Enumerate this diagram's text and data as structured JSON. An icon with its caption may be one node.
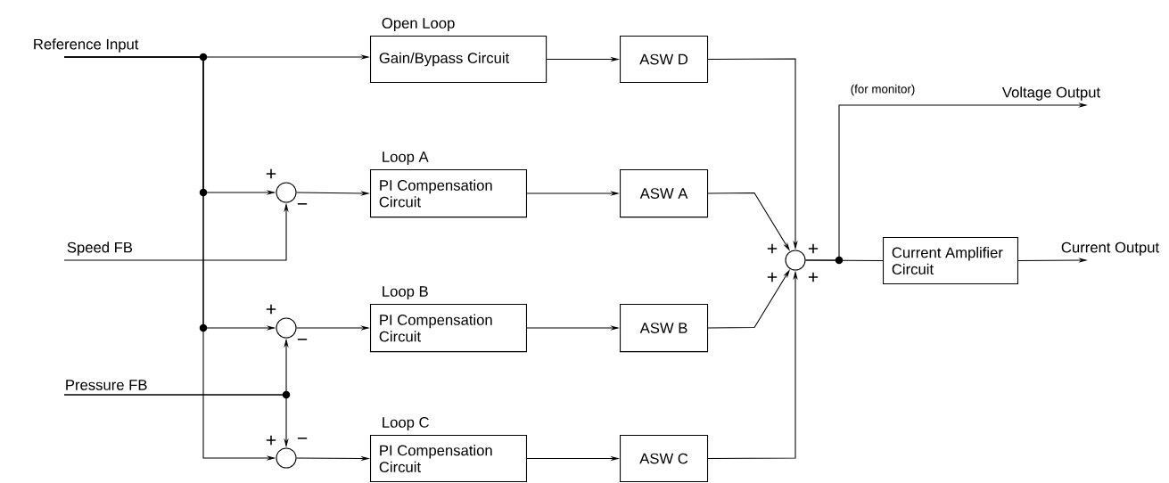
{
  "diagram": {
    "nodes": [
      {
        "text": [
          "Reference Input"
        ]
      },
      {
        "text": [
          "Open Loop",
          "Gain/Bypass Circuit"
        ]
      },
      {
        "text": [
          "ASW D"
        ]
      },
      {
        "text": [
          "Speed FB"
        ]
      },
      {
        "text": [],
        "shape": "circle"
      },
      {
        "text": [
          "Loop A",
          "PI Compensation Circuit"
        ]
      },
      {
        "text": [
          "ASW A"
        ]
      },
      {
        "text": [],
        "shape": "circle"
      },
      {
        "text": [
          "Loop B",
          "PI Compensation Circuit"
        ]
      },
      {
        "text": [
          "ASW B"
        ]
      },
      {
        "text": [
          "Pressure FB"
        ]
      },
      {
        "text": [],
        "shape": "circle"
      },
      {
        "text": [
          "Loop C",
          "PI Compensation Circuit"
        ]
      },
      {
        "text": [
          "ASW C"
        ]
      },
      {
        "text": [],
        "shape": "circle"
      },
      {
        "text": [
          "Current Amplifier Circuit"
        ]
      },
      {
        "text": [
          "Voltage Output"
        ]
      },
      {
        "text": [
          "Current Output"
        ]
      }
    ],
    "edges": [
      {
        "from": 0,
        "to": 1,
        "arrow": "to"
      },
      {
        "from": 1,
        "to": 2,
        "arrow": "to"
      },
      {
        "from": 0,
        "to": 4,
        "arrow": "to"
      },
      {
        "from": 0,
        "to": 7,
        "arrow": "to"
      },
      {
        "from": 0,
        "to": 11,
        "arrow": "to"
      },
      {
        "from": 3,
        "to": 4,
        "arrow": "to"
      },
      {
        "from": 4,
        "to": 5,
        "arrow": "to"
      },
      {
        "from": 5,
        "to": 6,
        "arrow": "to"
      },
      {
        "from": 10,
        "to": 7,
        "arrow": "to"
      },
      {
        "from": 10,
        "to": 11,
        "arrow": "to"
      },
      {
        "from": 7,
        "to": 8,
        "arrow": "to"
      },
      {
        "from": 8,
        "to": 9,
        "arrow": "to"
      },
      {
        "from": 11,
        "to": 12,
        "arrow": "to"
      },
      {
        "from": 12,
        "to": 13,
        "arrow": "to"
      },
      {
        "from": 2,
        "to": 14,
        "arrow": "to"
      },
      {
        "from": 6,
        "to": 14,
        "arrow": "to"
      },
      {
        "from": 9,
        "to": 14,
        "arrow": "to"
      },
      {
        "from": 13,
        "to": 14,
        "arrow": "to"
      },
      {
        "from": 14,
        "to": 15,
        "arrow": "none"
      },
      {
        "from": 14,
        "to": 16,
        "arrow": "to"
      },
      {
        "from": 15,
        "to": 17,
        "arrow": "to"
      }
    ],
    "labels": [
      "(for monitor)",
      "+",
      "−",
      "+",
      "+",
      "+",
      "+",
      "+",
      "−",
      "+",
      "−"
    ]
  }
}
